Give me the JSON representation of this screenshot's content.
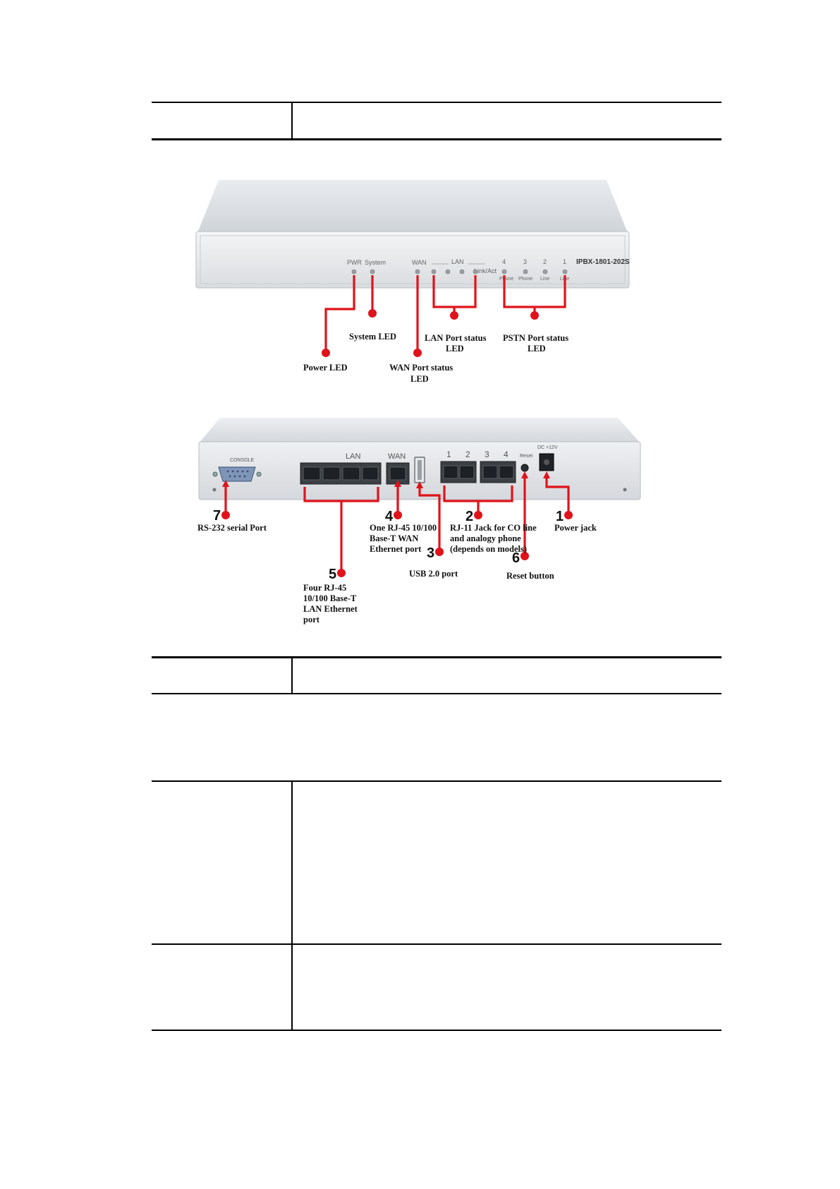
{
  "front_panel": {
    "panel_labels": {
      "pwr": "PWR",
      "system": "System",
      "wan": "WAN",
      "lan": "LAN",
      "link_act": "Link/Act",
      "port4": "4",
      "port3": "3",
      "port2": "2",
      "port1": "1",
      "phone_a": "Phone",
      "phone_b": "Phone",
      "line_a": "Line",
      "line_b": "Line",
      "model": "IPBX-1801-202S"
    },
    "callouts": {
      "power_led": "Power LED",
      "system_led": "System LED",
      "lan_status_1": "LAN Port status",
      "lan_status_2": "LED",
      "pstn_status_1": "PSTN Port status",
      "pstn_status_2": "LED",
      "wan_status_1": "WAN Port status",
      "wan_status_2": "LED"
    }
  },
  "rear_panel": {
    "panel_labels": {
      "console": "CONSOLE",
      "lan": "LAN",
      "wan": "WAN",
      "p1": "1",
      "p2": "2",
      "p3": "3",
      "p4": "4",
      "reset": "Reset",
      "dc": "DC +12V"
    },
    "callouts": {
      "n7": "7",
      "rs232": "RS-232 serial Port",
      "n5": "5",
      "lan_1": "Four RJ-45",
      "lan_2": "10/100 Base-T",
      "lan_3": "LAN Ethernet",
      "lan_4": "port",
      "n4": "4",
      "wan_1": "One RJ-45 10/100",
      "wan_2": "Base-T WAN",
      "wan_3": "Ethernet port",
      "n3": "3",
      "usb": "USB 2.0 port",
      "n2": "2",
      "rj11_1": "RJ-11 Jack for CO line",
      "rj11_2": "and analogy phone",
      "rj11_3": "(depends on models)",
      "n6": "6",
      "reset_btn": "Reset button",
      "n1": "1",
      "power_jack": "Power jack"
    }
  }
}
